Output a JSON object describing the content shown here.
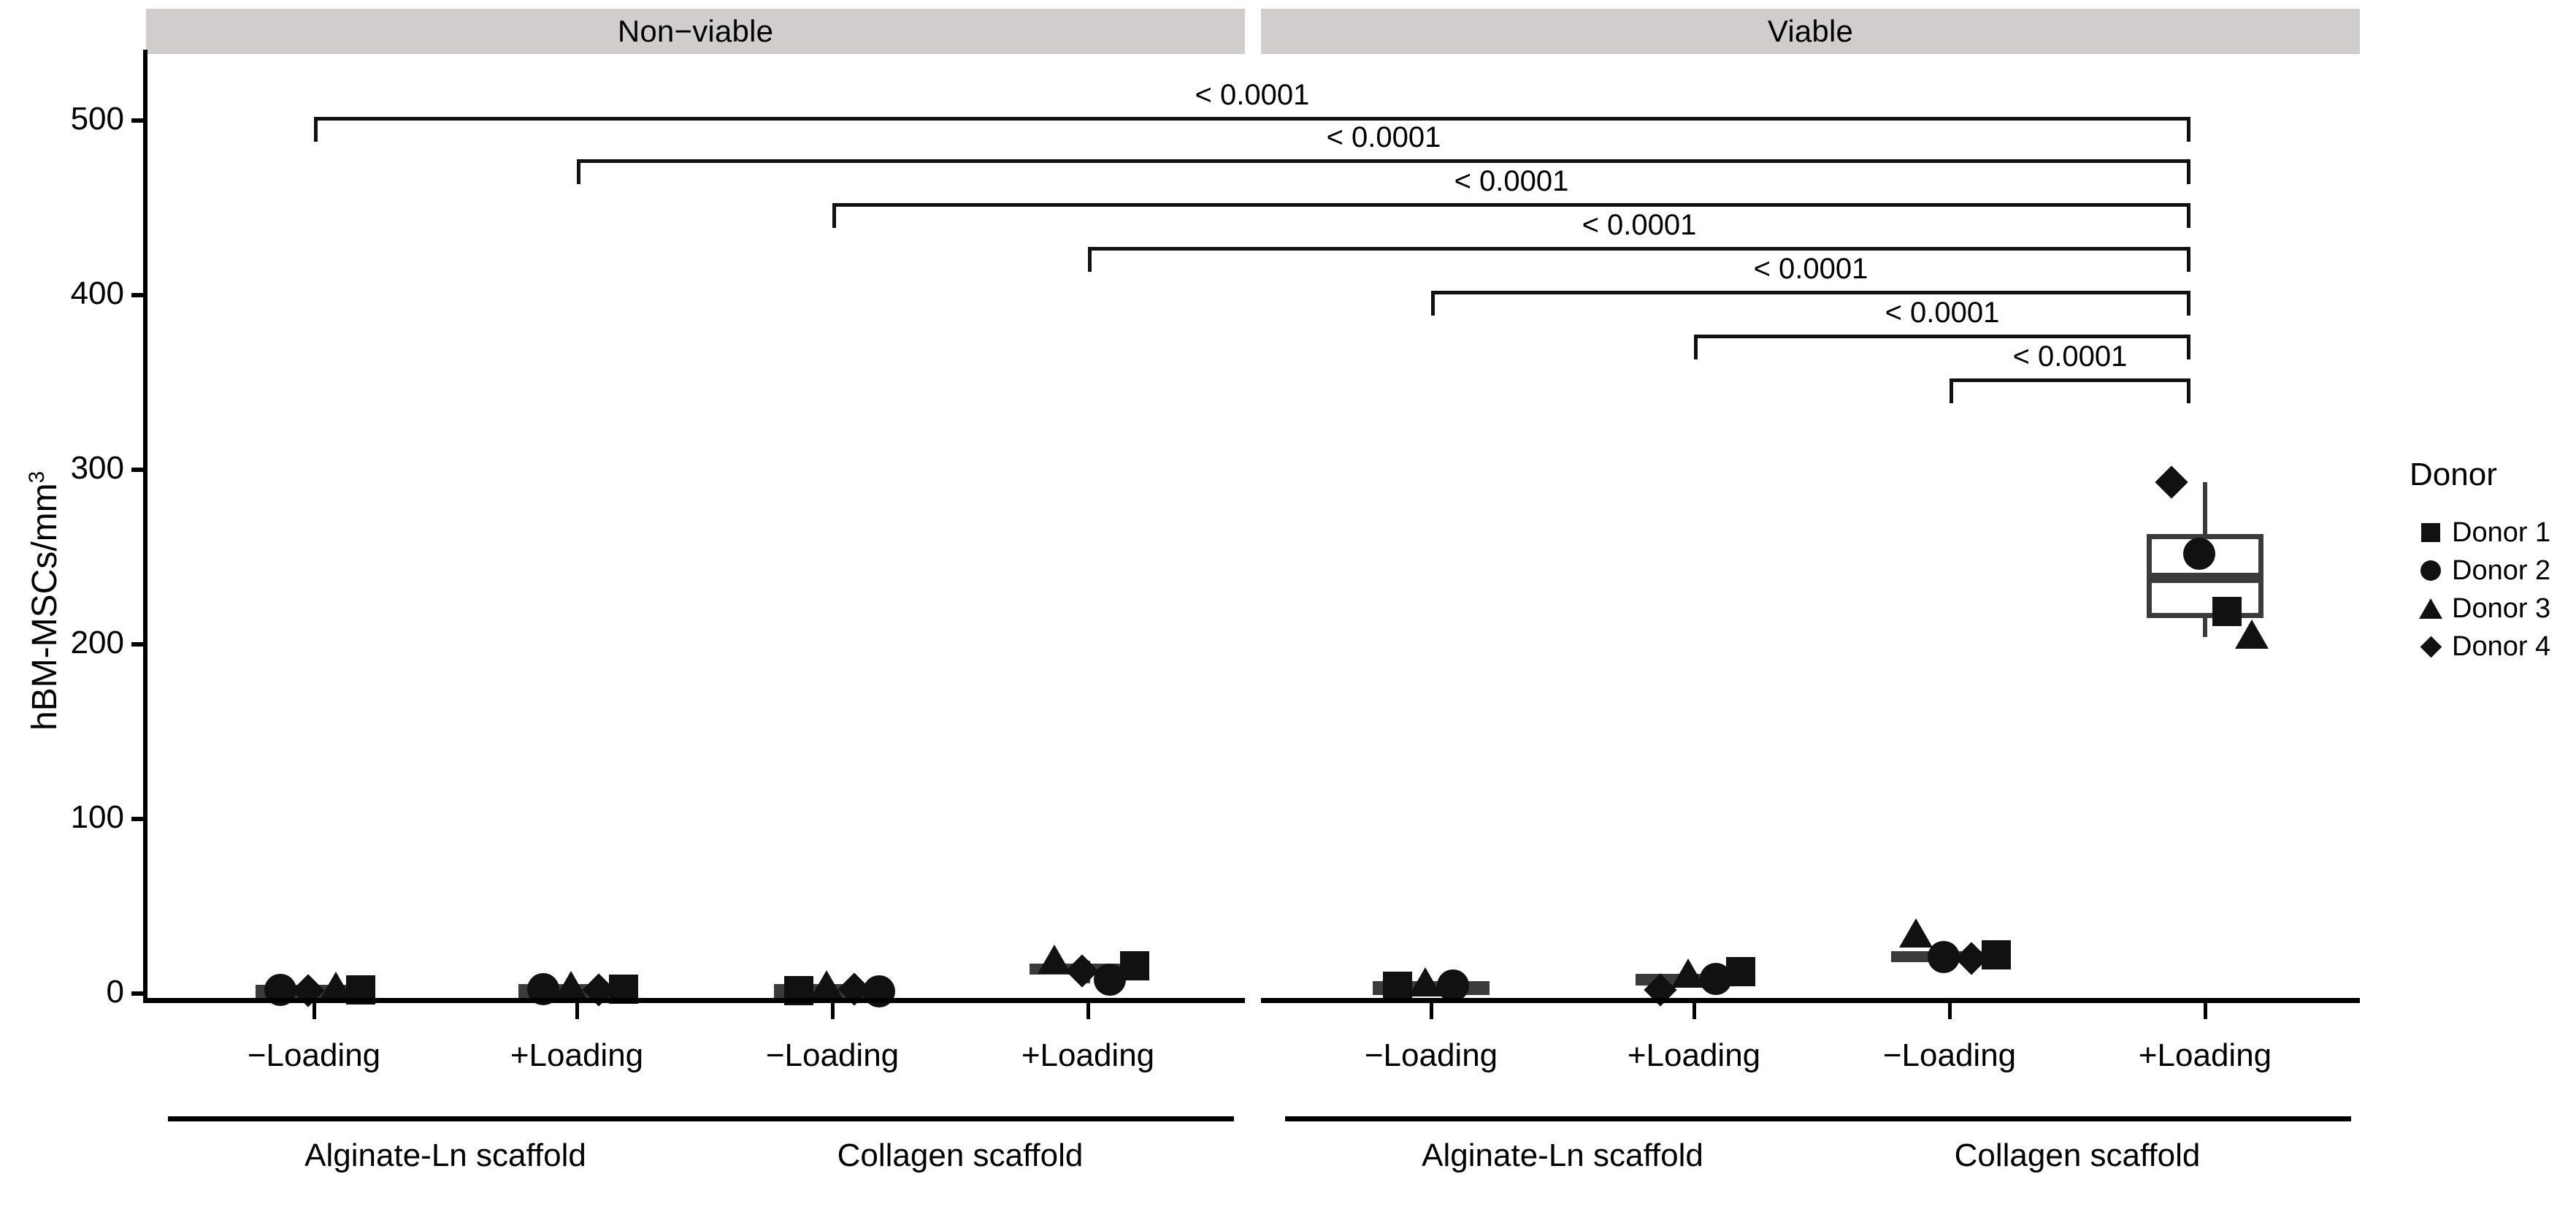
{
  "chart_data": {
    "type": "box",
    "title": "",
    "xlabel": "",
    "ylabel": "hBM-MSCs/mm",
    "ylabel_sup": "3",
    "ylim": [
      0,
      520
    ],
    "yticks": [
      0,
      100,
      200,
      300,
      400,
      500
    ],
    "ytick_labels": [
      "0",
      "100",
      "200",
      "300",
      "400",
      "500"
    ],
    "grid": false,
    "facets": [
      {
        "label": "Non−viable"
      },
      {
        "label": "Viable"
      }
    ],
    "x_groups": [
      {
        "label": "Alginate-Ln scaffold",
        "facet": "Non−viable"
      },
      {
        "label": "Collagen scaffold",
        "facet": "Non−viable"
      },
      {
        "label": "Alginate-Ln scaffold",
        "facet": "Viable"
      },
      {
        "label": "Collagen scaffold",
        "facet": "Viable"
      }
    ],
    "categories": [
      "−Loading",
      "+Loading",
      "−Loading",
      "+Loading",
      "−Loading",
      "+Loading",
      "−Loading",
      "+Loading"
    ],
    "boxes": [
      {
        "id": "nv-alg-minus",
        "facet": "Non−viable",
        "group": "Alginate-Ln scaffold",
        "loading": "−Loading",
        "lower_whisker": 1.0,
        "q1": 1.4,
        "median": 2.0,
        "q3": 2.6,
        "upper_whisker": 3.0
      },
      {
        "id": "nv-alg-plus",
        "facet": "Non−viable",
        "group": "Alginate-Ln scaffold",
        "loading": "+Loading",
        "lower_whisker": 1.2,
        "q1": 1.8,
        "median": 2.5,
        "q3": 3.2,
        "upper_whisker": 3.8
      },
      {
        "id": "nv-col-minus",
        "facet": "Non−viable",
        "group": "Collagen scaffold",
        "loading": "−Loading",
        "lower_whisker": 1.0,
        "q1": 1.6,
        "median": 2.4,
        "q3": 3.2,
        "upper_whisker": 4.0
      },
      {
        "id": "nv-col-plus",
        "facet": "Non−viable",
        "group": "Collagen scaffold",
        "loading": "+Loading",
        "lower_whisker": 6.0,
        "q1": 11.0,
        "median": 14.0,
        "q3": 17.0,
        "upper_whisker": 19.0
      },
      {
        "id": "v-alg-minus",
        "facet": "Viable",
        "group": "Alginate-Ln scaffold",
        "loading": "−Loading",
        "lower_whisker": 2.0,
        "q1": 3.0,
        "median": 4.0,
        "q3": 5.0,
        "upper_whisker": 6.0
      },
      {
        "id": "v-alg-plus",
        "facet": "Viable",
        "group": "Alginate-Ln scaffold",
        "loading": "+Loading",
        "lower_whisker": 4.0,
        "q1": 6.5,
        "median": 8.5,
        "q3": 10.5,
        "upper_whisker": 12.0
      },
      {
        "id": "v-col-minus",
        "facet": "Viable",
        "group": "Collagen scaffold",
        "loading": "−Loading",
        "lower_whisker": 16.0,
        "q1": 19.0,
        "median": 21.5,
        "q3": 24.0,
        "upper_whisker": 26.0
      },
      {
        "id": "v-col-plus",
        "facet": "Viable",
        "group": "Collagen scaffold",
        "loading": "+Loading",
        "lower_whisker": 204.0,
        "q1": 215.0,
        "median": 238.0,
        "q3": 263.0,
        "upper_whisker": 293.0
      }
    ],
    "points": [
      {
        "box": "nv-alg-minus",
        "donor": "Donor 2",
        "value": 2.0
      },
      {
        "box": "nv-alg-minus",
        "donor": "Donor 4",
        "value": 1.8
      },
      {
        "box": "nv-alg-minus",
        "donor": "Donor 3",
        "value": 2.6
      },
      {
        "box": "nv-alg-minus",
        "donor": "Donor 1",
        "value": 2.2
      },
      {
        "box": "nv-alg-plus",
        "donor": "Donor 2",
        "value": 2.4
      },
      {
        "box": "nv-alg-plus",
        "donor": "Donor 3",
        "value": 3.0
      },
      {
        "box": "nv-alg-plus",
        "donor": "Donor 4",
        "value": 2.2
      },
      {
        "box": "nv-alg-plus",
        "donor": "Donor 1",
        "value": 2.6
      },
      {
        "box": "nv-col-minus",
        "donor": "Donor 1",
        "value": 1.6
      },
      {
        "box": "nv-col-minus",
        "donor": "Donor 3",
        "value": 3.4
      },
      {
        "box": "nv-col-minus",
        "donor": "Donor 4",
        "value": 2.6
      },
      {
        "box": "nv-col-minus",
        "donor": "Donor 2",
        "value": 1.4
      },
      {
        "box": "nv-col-plus",
        "donor": "Donor 3",
        "value": 18.0
      },
      {
        "box": "nv-col-plus",
        "donor": "Donor 4",
        "value": 13.0
      },
      {
        "box": "nv-col-plus",
        "donor": "Donor 2",
        "value": 8.0
      },
      {
        "box": "nv-col-plus",
        "donor": "Donor 1",
        "value": 16.0
      },
      {
        "box": "v-alg-minus",
        "donor": "Donor 1",
        "value": 4.0
      },
      {
        "box": "v-alg-minus",
        "donor": "Donor 3",
        "value": 5.2
      },
      {
        "box": "v-alg-minus",
        "donor": "Donor 2",
        "value": 4.4
      },
      {
        "box": "v-alg-plus",
        "donor": "Donor 4",
        "value": 2.0
      },
      {
        "box": "v-alg-plus",
        "donor": "Donor 3",
        "value": 10.0
      },
      {
        "box": "v-alg-plus",
        "donor": "Donor 2",
        "value": 8.5
      },
      {
        "box": "v-alg-plus",
        "donor": "Donor 1",
        "value": 12.5
      },
      {
        "box": "v-col-minus",
        "donor": "Donor 3",
        "value": 33.0
      },
      {
        "box": "v-col-minus",
        "donor": "Donor 2",
        "value": 21.0
      },
      {
        "box": "v-col-minus",
        "donor": "Donor 4",
        "value": 20.0
      },
      {
        "box": "v-col-minus",
        "donor": "Donor 1",
        "value": 22.0
      },
      {
        "box": "v-col-plus",
        "donor": "Donor 4",
        "value": 293.0
      },
      {
        "box": "v-col-plus",
        "donor": "Donor 2",
        "value": 252.0
      },
      {
        "box": "v-col-plus",
        "donor": "Donor 1",
        "value": 219.0
      },
      {
        "box": "v-col-plus",
        "donor": "Donor 3",
        "value": 204.0
      }
    ],
    "annotations": [
      {
        "label": "< 0.0001",
        "from": "nv-alg-minus",
        "to": "v-col-plus"
      },
      {
        "label": "< 0.0001",
        "from": "nv-alg-plus",
        "to": "v-col-plus"
      },
      {
        "label": "< 0.0001",
        "from": "nv-col-minus",
        "to": "v-col-plus"
      },
      {
        "label": "< 0.0001",
        "from": "nv-col-plus",
        "to": "v-col-plus"
      },
      {
        "label": "< 0.0001",
        "from": "v-alg-minus",
        "to": "v-col-plus"
      },
      {
        "label": "< 0.0001",
        "from": "v-alg-plus",
        "to": "v-col-plus"
      },
      {
        "label": "< 0.0001",
        "from": "v-col-minus",
        "to": "v-col-plus"
      }
    ],
    "legend": {
      "position": "right",
      "title": "Donor",
      "entries": [
        {
          "label": "Donor 1",
          "marker": "square"
        },
        {
          "label": "Donor 2",
          "marker": "circle"
        },
        {
          "label": "Donor 3",
          "marker": "triangle"
        },
        {
          "label": "Donor 4",
          "marker": "diamond"
        }
      ]
    },
    "colors": {
      "strip_fill": "#d1cdcc",
      "box_stroke": "#3b3b3b",
      "point_fill": "#111111",
      "axis": "#000000",
      "panel_bg": "#ffffff"
    }
  }
}
